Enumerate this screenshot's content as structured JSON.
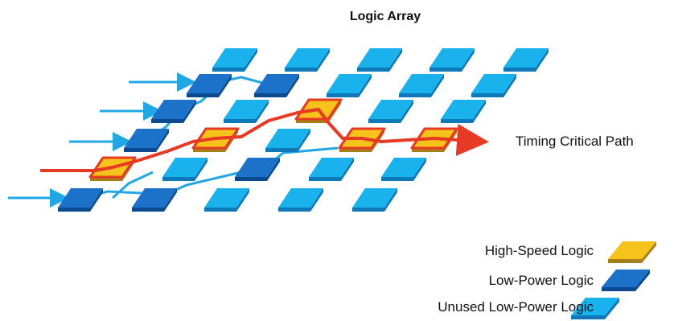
{
  "title": "Logic Array",
  "path_label": "Timing Critical Path",
  "legend": [
    {
      "label": "High-Speed Logic",
      "kind": "high_speed"
    },
    {
      "label": "Low-Power Logic",
      "kind": "low_power"
    },
    {
      "label": "Unused Low-Power Logic",
      "kind": "unused"
    }
  ],
  "colors": {
    "unused_top": "#1ab2ec",
    "unused_side": "#0e78b8",
    "low_power_top": "#1b72c8",
    "low_power_side": "#0b4a8e",
    "high_speed_top": "#f6c21c",
    "high_speed_side": "#a7801b",
    "critical_path": "#e63a24",
    "wire": "#21a8e4"
  }
}
